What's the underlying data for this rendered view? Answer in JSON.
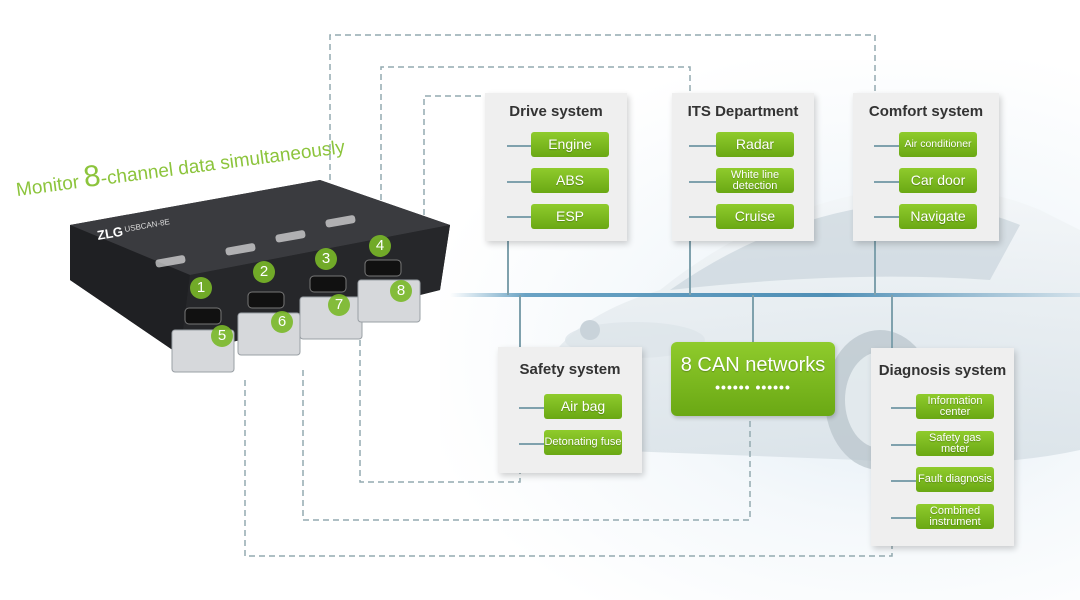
{
  "headline": {
    "prefix": "Monitor ",
    "number": "8",
    "suffix": "-channel data simultaneously"
  },
  "device": {
    "brand": "ZLG",
    "model": "USBCAN-8E",
    "channels": [
      "1",
      "2",
      "3",
      "4",
      "5",
      "6",
      "7",
      "8"
    ]
  },
  "colors": {
    "accent_green": "#7ab928",
    "line_blue": "#7fa1ad",
    "bus_blue": "#4f8fb6",
    "panel_bg": "#efefef"
  },
  "center": {
    "title": "8 CAN networks",
    "dots": "••••••  ••••••"
  },
  "panels": {
    "drive": {
      "title": "Drive system",
      "items": [
        "Engine",
        "ABS",
        "ESP"
      ]
    },
    "its": {
      "title": "ITS Department",
      "items": [
        "Radar",
        "White line detection",
        "Cruise"
      ]
    },
    "comfort": {
      "title": "Comfort system",
      "items": [
        "Air conditioner",
        "Car door",
        "Navigate"
      ]
    },
    "safety": {
      "title": "Safety system",
      "items": [
        "Air bag",
        "Detonating fuse"
      ]
    },
    "diagnosis": {
      "title": "Diagnosis system",
      "items": [
        "Information center",
        "Safety gas meter",
        "Fault diagnosis",
        "Combined instrument"
      ]
    }
  }
}
